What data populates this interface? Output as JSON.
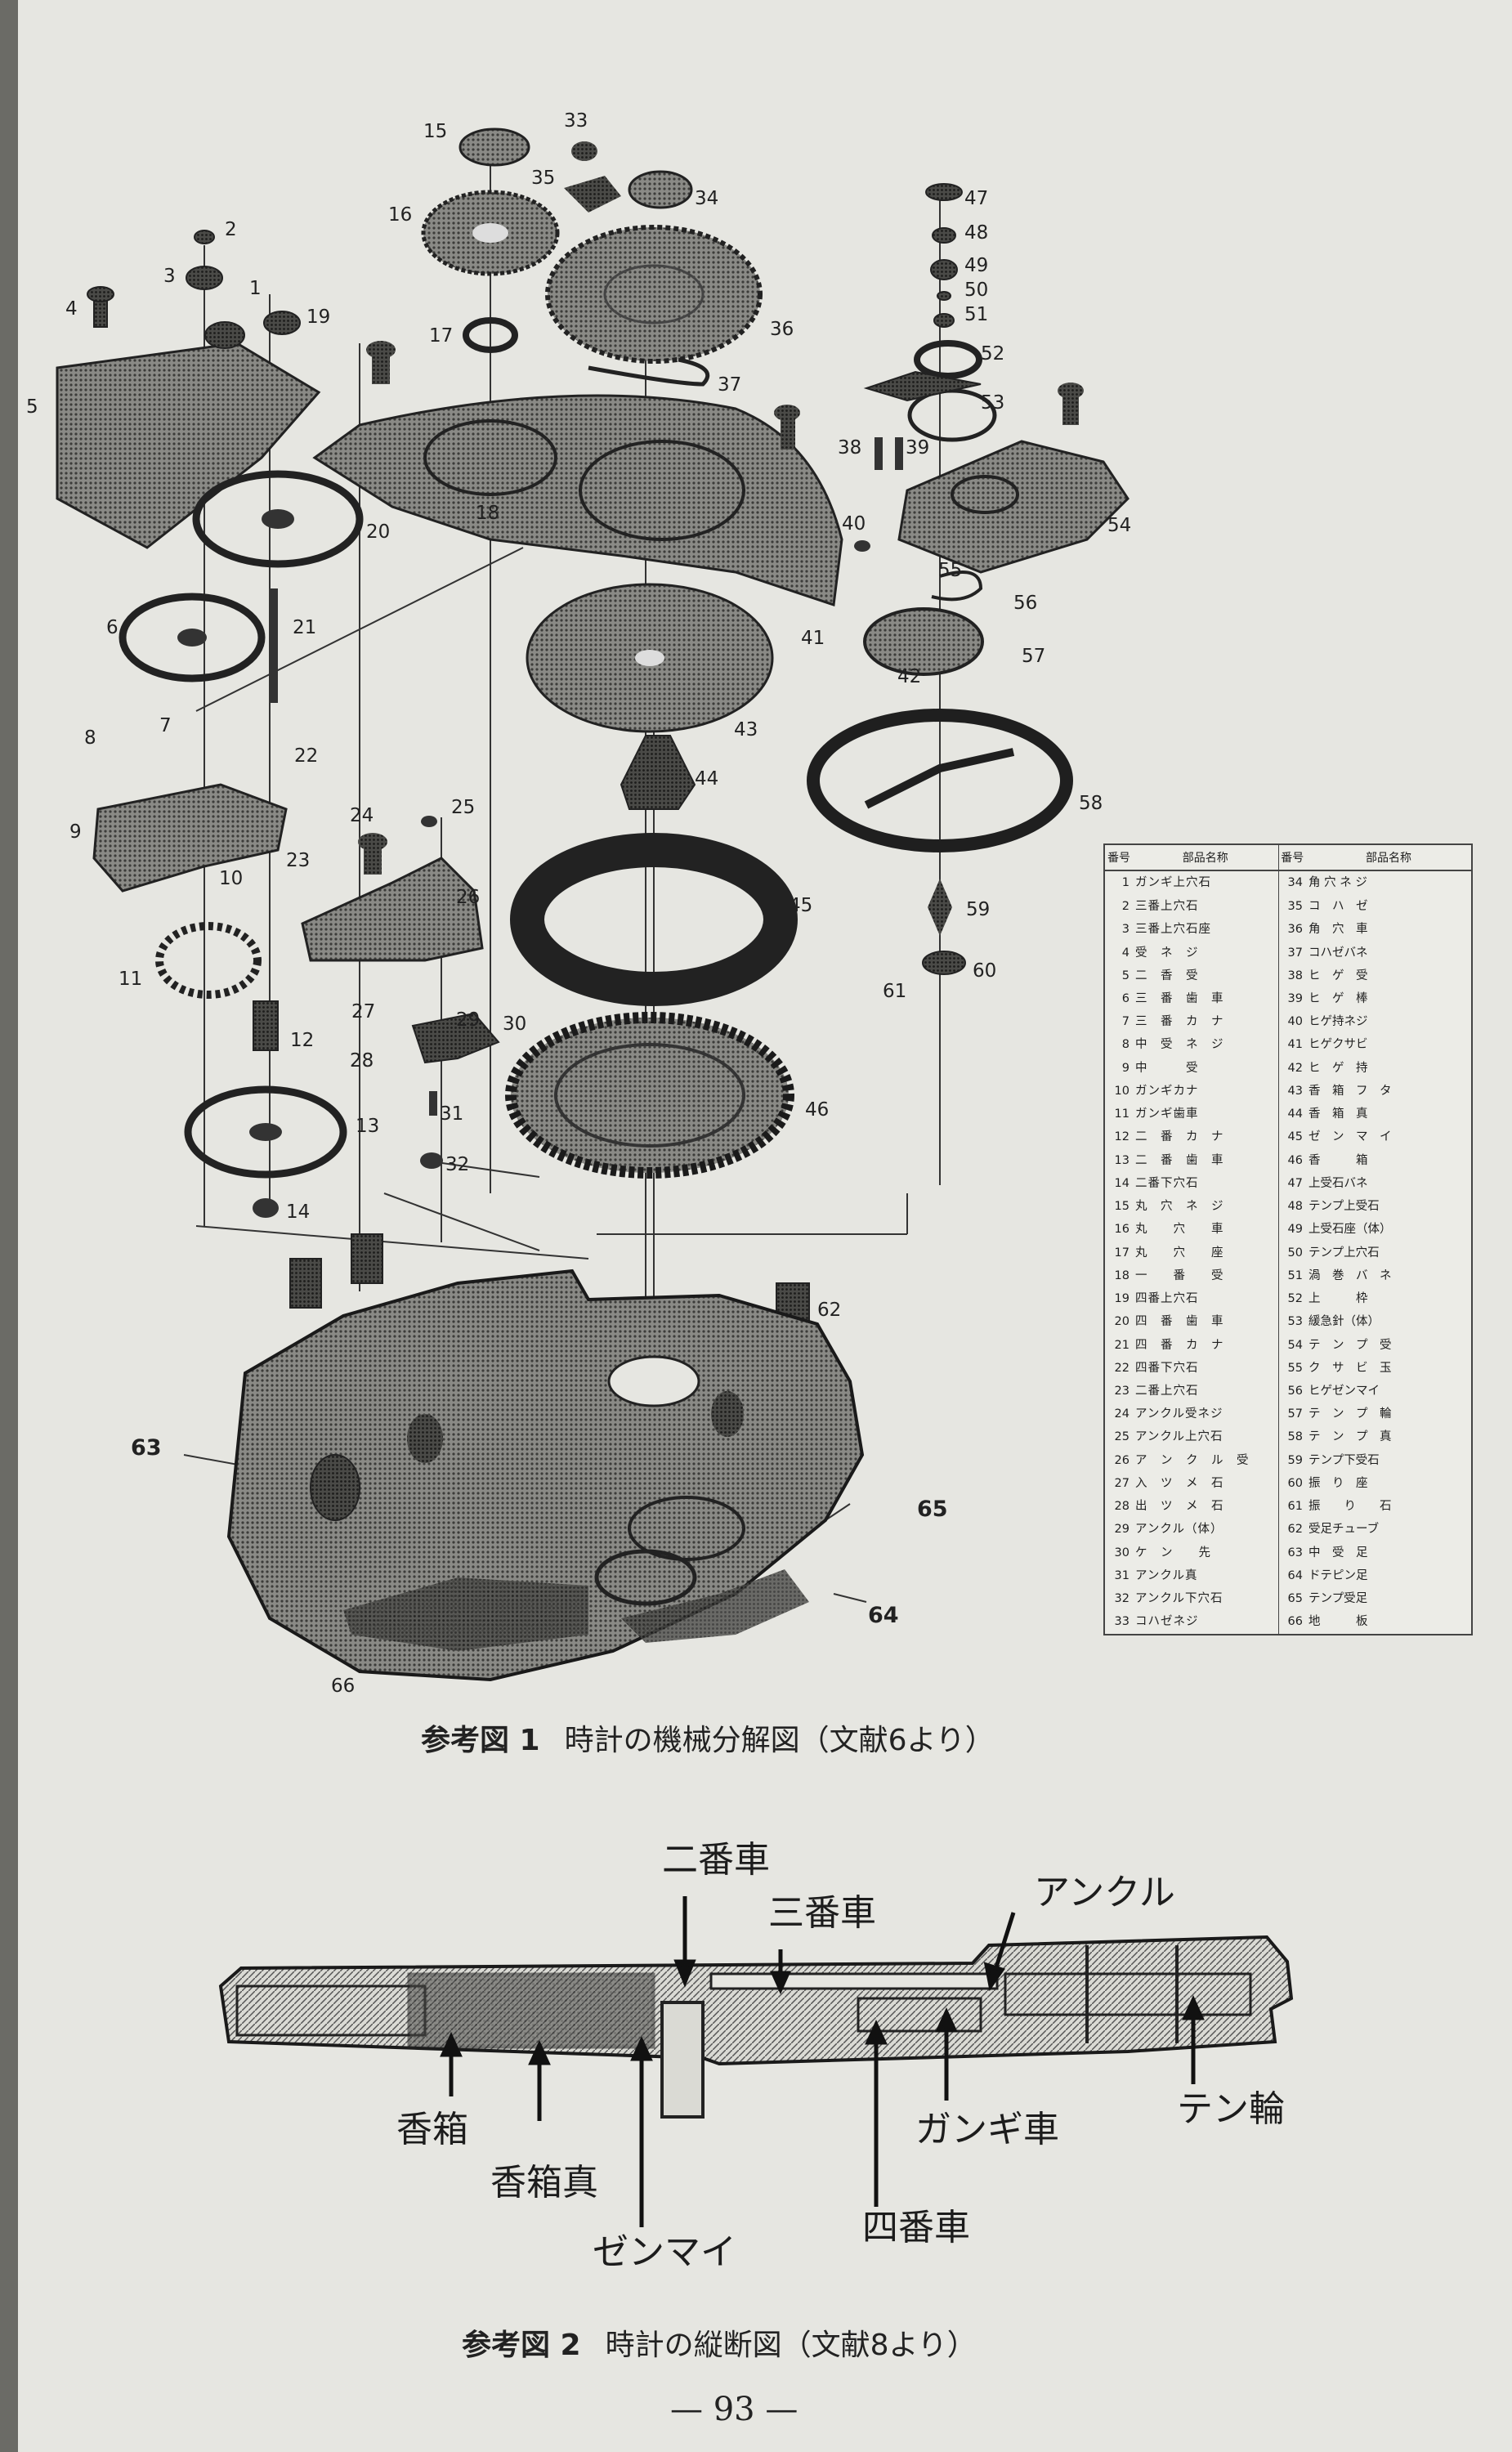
{
  "figure1": {
    "caption_label": "参考図 1",
    "caption_text": "時計の機械分解図（文献6より）",
    "labels": [
      "1",
      "2",
      "3",
      "4",
      "5",
      "6",
      "7",
      "8",
      "9",
      "10",
      "11",
      "12",
      "13",
      "14",
      "15",
      "16",
      "17",
      "18",
      "19",
      "20",
      "21",
      "22",
      "23",
      "24",
      "25",
      "26",
      "27",
      "28",
      "29",
      "30",
      "31",
      "32",
      "33",
      "34",
      "35",
      "36",
      "37",
      "38",
      "39",
      "40",
      "41",
      "42",
      "43",
      "44",
      "45",
      "46",
      "47",
      "48",
      "49",
      "50",
      "51",
      "52",
      "53",
      "54",
      "55",
      "56",
      "57",
      "58",
      "59",
      "60",
      "61",
      "62",
      "63",
      "64",
      "65",
      "66"
    ],
    "table": {
      "headers": [
        "番号",
        "部品名称",
        "番号",
        "部品名称"
      ],
      "rows": [
        [
          "1",
          "ガンギ上穴石",
          "34",
          "角 穴 ネ ジ"
        ],
        [
          "2",
          "三番上穴石",
          "35",
          "コ　ハ　ゼ"
        ],
        [
          "3",
          "三番上穴石座",
          "36",
          "角　穴　車"
        ],
        [
          "4",
          "受　ネ　ジ",
          "37",
          "コハゼバネ"
        ],
        [
          "5",
          "二　香　受",
          "38",
          "ヒ　ゲ　受"
        ],
        [
          "6",
          "三　番　歯　車",
          "39",
          "ヒ　ゲ　棒"
        ],
        [
          "7",
          "三　番　カ　ナ",
          "40",
          "ヒゲ持ネジ"
        ],
        [
          "8",
          "中　受　ネ　ジ",
          "41",
          "ヒゲクサビ"
        ],
        [
          "9",
          "中　　　受",
          "42",
          "ヒ　ゲ　持"
        ],
        [
          "10",
          "ガンギカナ",
          "43",
          "香　箱　フ　タ"
        ],
        [
          "11",
          "ガンギ歯車",
          "44",
          "香　箱　真"
        ],
        [
          "12",
          "二　番　カ　ナ",
          "45",
          "ゼ　ン　マ　イ"
        ],
        [
          "13",
          "二　番　歯　車",
          "46",
          "香　　　箱"
        ],
        [
          "14",
          "二番下穴石",
          "47",
          "上受石バネ"
        ],
        [
          "15",
          "丸　穴　ネ　ジ",
          "48",
          "テンプ上受石"
        ],
        [
          "16",
          "丸　　穴　　車",
          "49",
          "上受石座（体）"
        ],
        [
          "17",
          "丸　　穴　　座",
          "50",
          "テンプ上穴石"
        ],
        [
          "18",
          "一　　番　　受",
          "51",
          "渦　巻　バ　ネ"
        ],
        [
          "19",
          "四番上穴石",
          "52",
          "上　　　枠"
        ],
        [
          "20",
          "四　番　歯　車",
          "53",
          "緩急針（体）"
        ],
        [
          "21",
          "四　番　カ　ナ",
          "54",
          "テ　ン　プ　受"
        ],
        [
          "22",
          "四番下穴石",
          "55",
          "ク　サ　ビ　玉"
        ],
        [
          "23",
          "二番上穴石",
          "56",
          "ヒゲゼンマイ"
        ],
        [
          "24",
          "アンクル受ネジ",
          "57",
          "テ　ン　プ　輪"
        ],
        [
          "25",
          "アンクル上穴石",
          "58",
          "テ　ン　プ　真"
        ],
        [
          "26",
          "ア　ン　ク　ル　受",
          "59",
          "テンプ下受石"
        ],
        [
          "27",
          "入　ツ　メ　石",
          "60",
          "振　り　座"
        ],
        [
          "28",
          "出　ツ　メ　石",
          "61",
          "振　　り　　石"
        ],
        [
          "29",
          "アンクル（体）",
          "62",
          "受足チューブ"
        ],
        [
          "30",
          "ケ　ン　　先",
          "63",
          "中　受　足"
        ],
        [
          "31",
          "アンクル真",
          "64",
          "ドテピン足"
        ],
        [
          "32",
          "アンクル下穴石",
          "65",
          "テンプ受足"
        ],
        [
          "33",
          "コハゼネジ",
          "66",
          "地　　　板"
        ]
      ]
    }
  },
  "figure2": {
    "caption_label": "参考図 2",
    "caption_text": "時計の縦断図（文献8より）",
    "annotations": {
      "second_wheel": "二番車",
      "third_wheel": "三番車",
      "pallet": "アンクル",
      "barrel": "香箱",
      "barrel_arbor": "香箱真",
      "mainspring": "ゼンマイ",
      "escape_wheel": "ガンギ車",
      "fourth_wheel": "四番車",
      "balance": "テン輪"
    }
  },
  "page_number": "— 93 —"
}
